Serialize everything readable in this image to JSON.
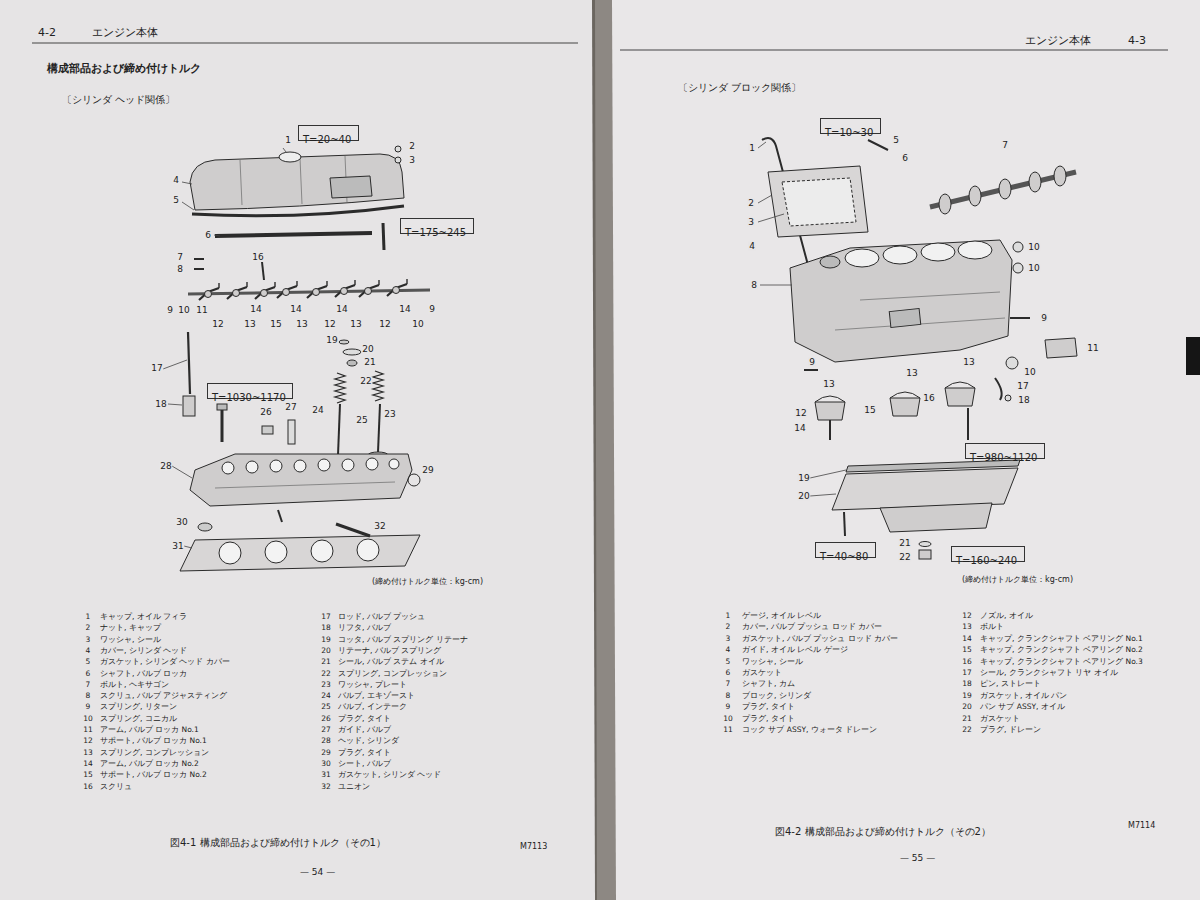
{
  "diagram": {
    "title": "構成部品および締め付けトルク",
    "nodes": [
      {
        "text": [
          "T=20~40"
        ]
      },
      {
        "text": [
          "T=175~245"
        ]
      },
      {
        "text": [
          "T=1030~1170"
        ]
      },
      {
        "text": [
          "T=10~30"
        ]
      },
      {
        "text": [
          "T=980~1120"
        ]
      },
      {
        "text": [
          "T=40~80"
        ]
      },
      {
        "text": [
          "T=160~240"
        ]
      }
    ],
    "labels": [
      "4-2",
      "エンジン本体",
      "エンジン本体",
      "4-3",
      "〔シリンダ ヘッド関係〕",
      "〔シリンダ ブロック関係〕",
      "1",
      "2",
      "3",
      "4",
      "5",
      "6",
      "7",
      "8",
      "16",
      "9",
      "10",
      "11",
      "14",
      "14",
      "14",
      "14",
      "9",
      "12",
      "13",
      "15",
      "13",
      "12",
      "13",
      "12",
      "10",
      "19",
      "20",
      "21",
      "22",
      "17",
      "18",
      "24",
      "25",
      "23",
      "26",
      "27",
      "28",
      "29",
      "30",
      "31",
      "32",
      "1",
      "5",
      "6",
      "7",
      "2",
      "3",
      "4",
      "8",
      "10",
      "10",
      "9",
      "11",
      "9",
      "10",
      "13",
      "13",
      "13",
      "17",
      "18",
      "12",
      "14",
      "15",
      "16",
      "19",
      "20",
      "21",
      "22",
      "(締め付けトルク単位：kg-cm)",
      "(締め付けトルク単位：kg-cm)",
      "1",
      "キャップ, オイル フィラ",
      "2",
      "ナット, キャップ",
      "3",
      "ワッシャ, シール",
      "4",
      "カバー, シリンダ ヘッド",
      "5",
      "ガスケット, シリンダ ヘッド カバー",
      "6",
      "シャフト, バルブ ロッカ",
      "7",
      "ボルト, ヘキサゴン",
      "8",
      "スクリュ, バルブ アジャスティング",
      "9",
      "スプリング, リターン",
      "10",
      "スプリング, コニカル",
      "11",
      "アーム, バルブ ロッカ No.1",
      "12",
      "サポート, バルブ ロッカ No.1",
      "13",
      "スプリング, コンプレッション",
      "14",
      "アーム, バルブ ロッカ No.2",
      "15",
      "サポート, バルブ ロッカ No.2",
      "16",
      "スクリュ",
      "17",
      "ロッド, バルブ プッシュ",
      "18",
      "リフタ, バルブ",
      "19",
      "コッタ, バルブ スプリング リテーナ",
      "20",
      "リテーナ, バルブ スプリング",
      "21",
      "シール, バルブ ステム オイル",
      "22",
      "スプリング, コンプレッション",
      "23",
      "ワッシャ, プレート",
      "24",
      "バルブ, エキゾースト",
      "25",
      "バルブ, インテーク",
      "26",
      "プラグ, タイト",
      "27",
      "ガイド, バルブ",
      "28",
      "ヘッド, シリンダ",
      "29",
      "プラグ, タイト",
      "30",
      "シート, バルブ",
      "31",
      "ガスケット, シリンダ ヘッド",
      "32",
      "ユニオン",
      "1",
      "ゲージ, オイル レベル",
      "2",
      "カバー, バルブ プッシュ ロッド カバー",
      "3",
      "ガスケット, バルブ プッシュ ロッド カバー",
      "4",
      "ガイド, オイル レベル ゲージ",
      "5",
      "ワッシャ, シール",
      "6",
      "ガスケット",
      "7",
      "シャフト, カム",
      "8",
      "ブロック, シリンダ",
      "9",
      "プラグ, タイト",
      "10",
      "プラグ, タイト",
      "11",
      "コック サブ ASSY, ウォータ ドレーン",
      "12",
      "ノズル, オイル",
      "13",
      "ボルト",
      "14",
      "キャップ, クランクシャフト ベアリング No.1",
      "15",
      "キャップ, クランクシャフト ベアリング No.2",
      "16",
      "キャップ, クランクシャフト ベアリング No.3",
      "17",
      "シール, クランクシャフト リヤ オイル",
      "18",
      "ピン, ストレート",
      "19",
      "ガスケット, オイル パン",
      "20",
      "パン サブ ASSY, オイル",
      "21",
      "ガスケット",
      "22",
      "プラグ, ドレーン",
      "図4-1 構成部品および締め付けトルク（その1）",
      "M7113",
      "— 54 —",
      "図4-2 構成部品および締め付けトルク（その2）",
      "— 55 —",
      "M7114"
    ]
  }
}
